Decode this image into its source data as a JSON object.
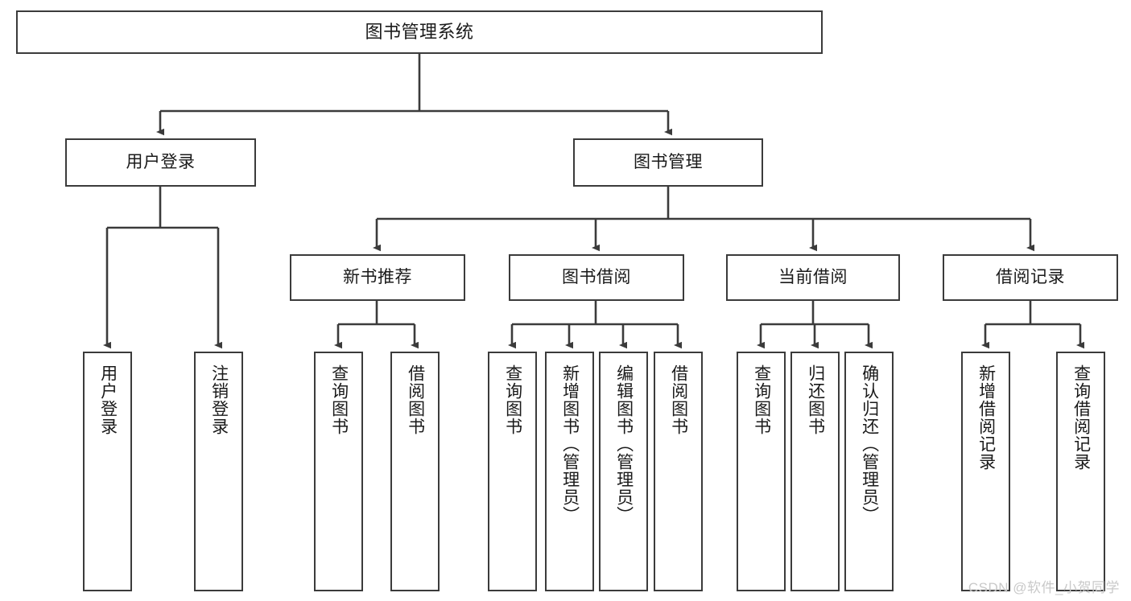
{
  "diagram": {
    "type": "tree-hierarchy",
    "title": "图书管理系统",
    "background_color": "#ffffff",
    "line_color": "#3b3b3b",
    "text_color": "#1a1a1a",
    "watermark": "CSDN @软件_小贺同学",
    "watermark_color": "#c9c9c9",
    "nodes": {
      "root": {
        "label": "图书管理系统"
      },
      "level2": [
        {
          "label": "用户登录"
        },
        {
          "label": "图书管理"
        }
      ],
      "level3": [
        {
          "label": "新书推荐"
        },
        {
          "label": "图书借阅"
        },
        {
          "label": "当前借阅"
        },
        {
          "label": "借阅记录"
        }
      ],
      "leaves": {
        "user_login": [
          {
            "label": "用户登录"
          },
          {
            "label": "注销登录"
          }
        ],
        "new_book_recommend": [
          {
            "label": "查询图书"
          },
          {
            "label": "借阅图书"
          }
        ],
        "book_borrow": [
          {
            "label": "查询图书"
          },
          {
            "label": "新增图书（管理员）"
          },
          {
            "label": "编辑图书（管理员）"
          },
          {
            "label": "借阅图书"
          }
        ],
        "current_borrow": [
          {
            "label": "查询图书"
          },
          {
            "label": "归还图书"
          },
          {
            "label": "确认归还（管理员）"
          }
        ],
        "borrow_records": [
          {
            "label": "新增借阅记录"
          },
          {
            "label": "查询借阅记录"
          }
        ]
      }
    }
  }
}
